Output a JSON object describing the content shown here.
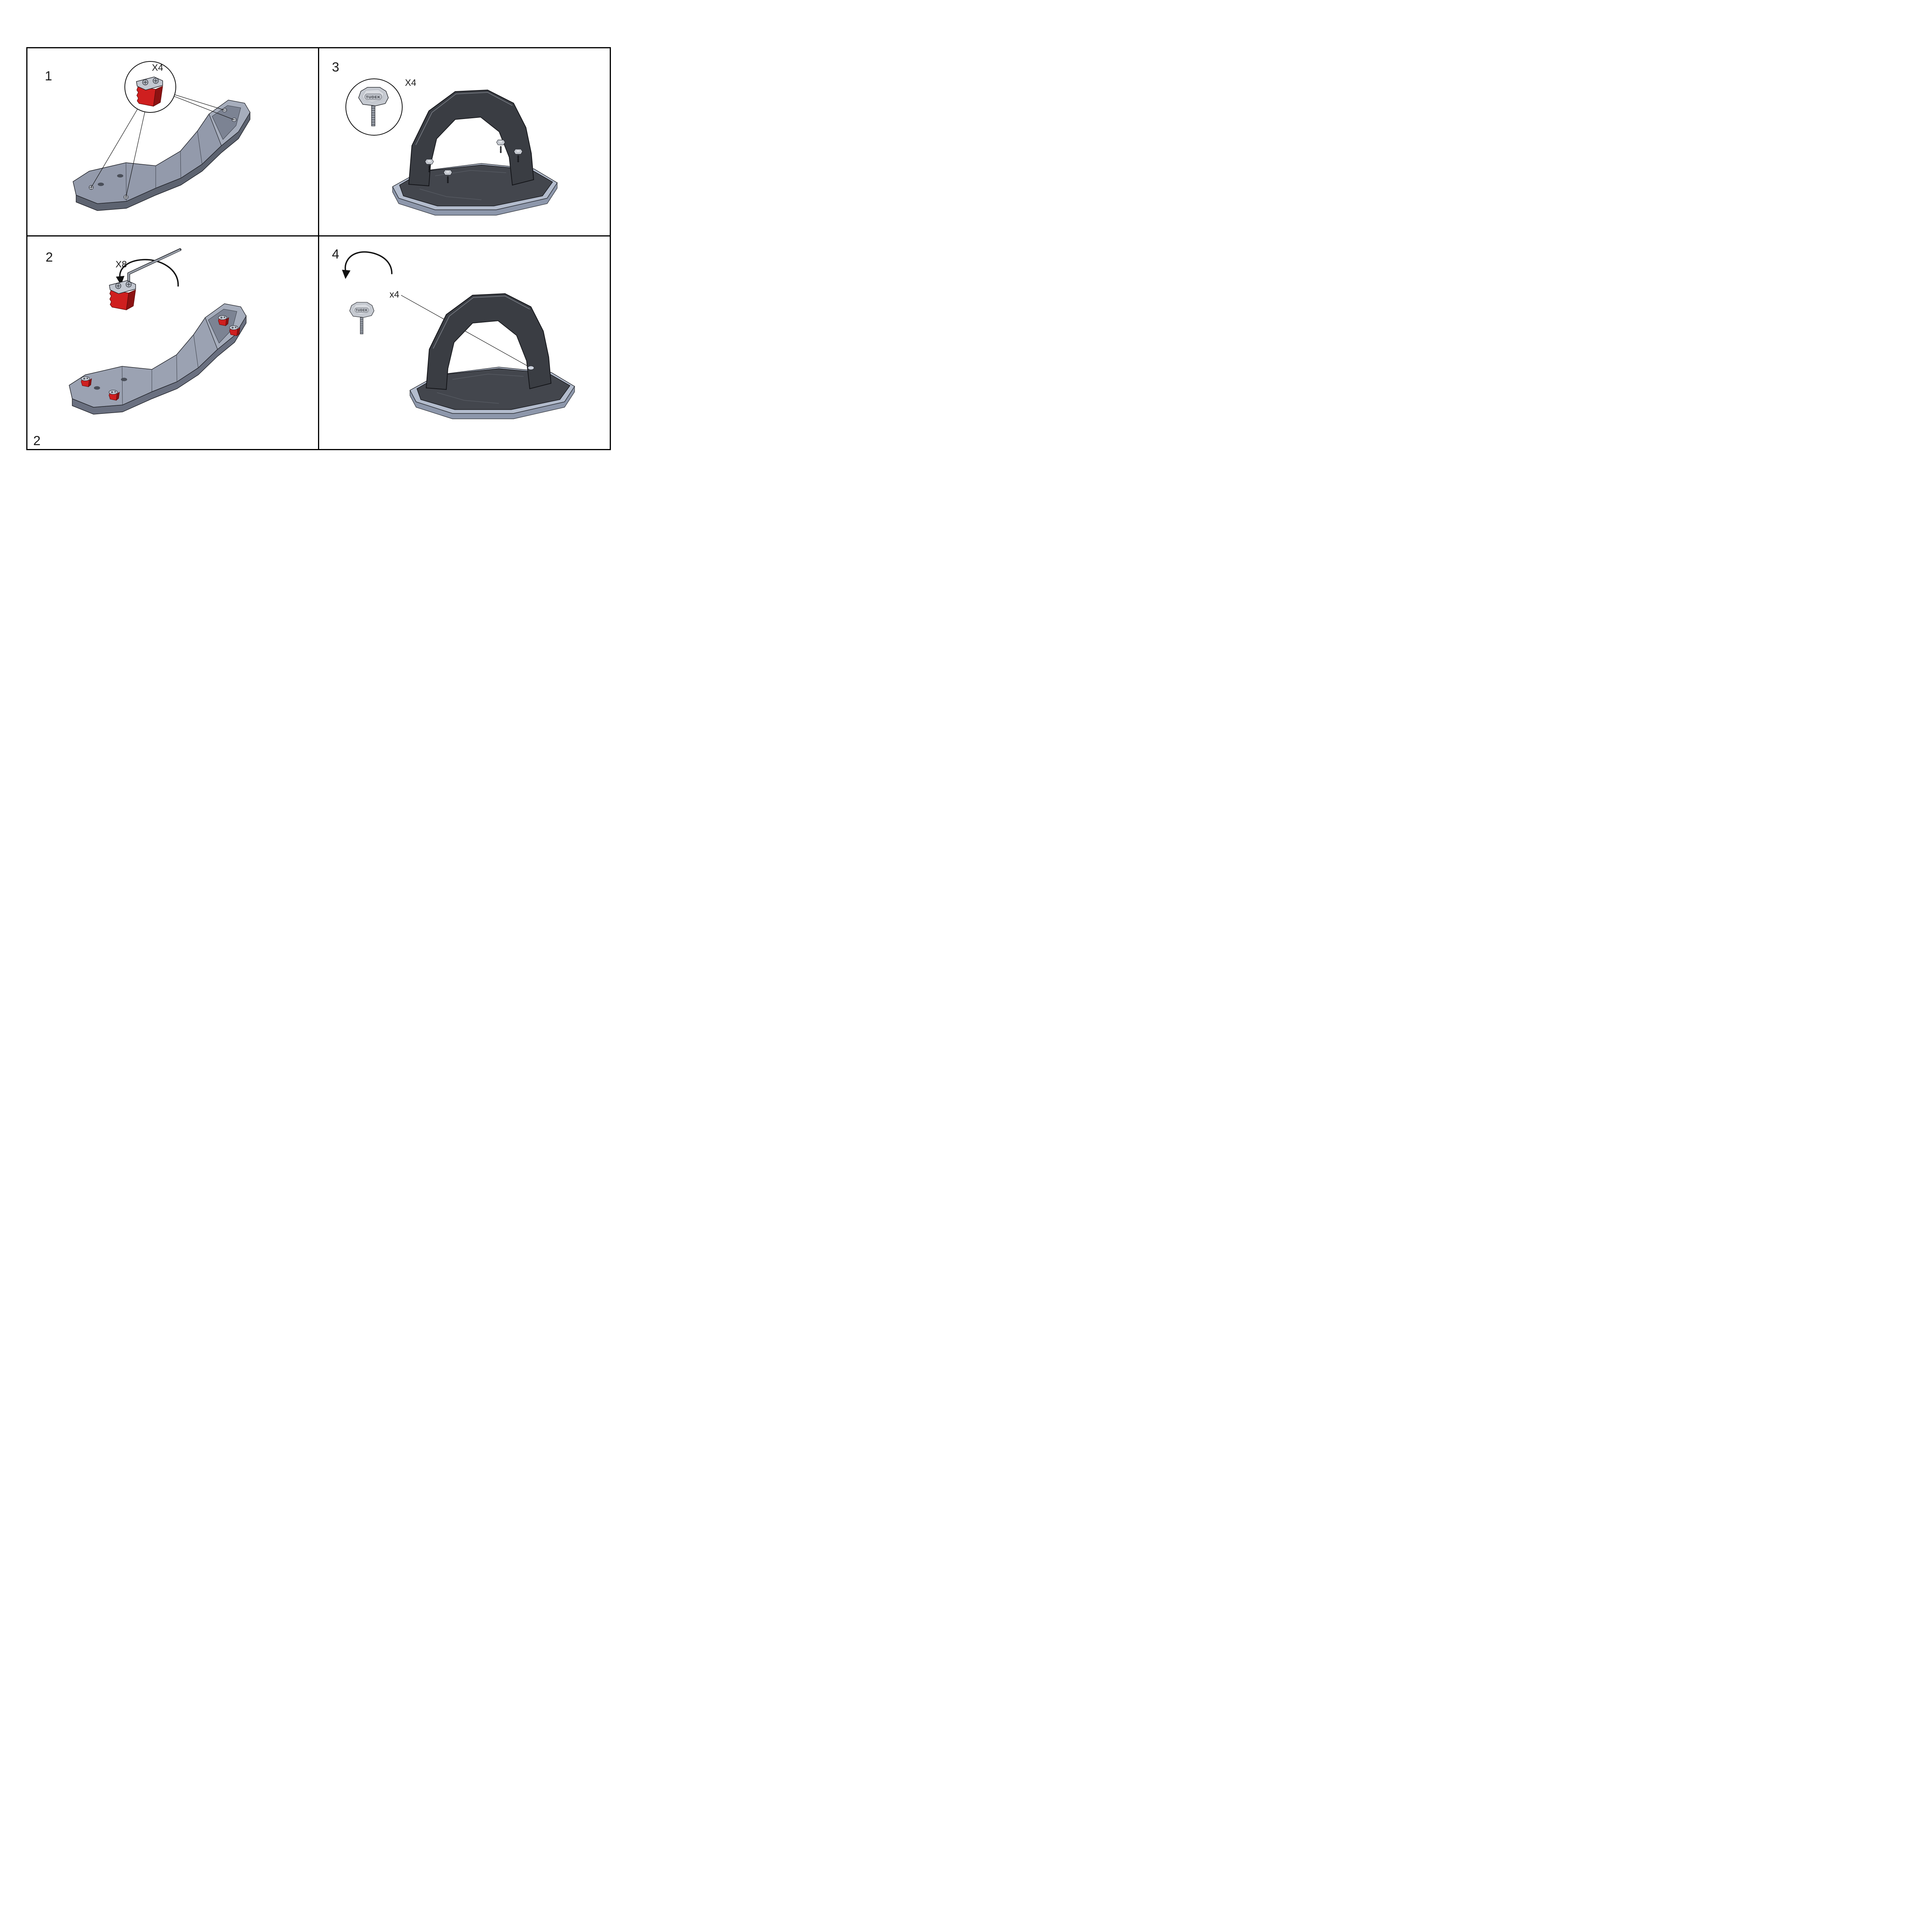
{
  "page_number": "2",
  "steps": {
    "step1": {
      "number": "1",
      "quantity_label": "X4"
    },
    "step2": {
      "number": "2",
      "quantity_label": "X8"
    },
    "step3": {
      "number": "3",
      "quantity_label": "X4",
      "knob_brand": "TUDEK"
    },
    "step4": {
      "number": "4",
      "quantity_label": "x4",
      "knob_brand": "TUDEK"
    }
  },
  "colors": {
    "accent_red": "#cf1f1f",
    "accent_red_dark": "#8c1212",
    "bracket_gray": "#939aab",
    "bracket_side": "#5d6370",
    "carrier_dark": "#3a3d43",
    "deck_dark": "#43464d",
    "base_light": "#b3bccd",
    "metal_light": "#c6cad1",
    "line": "#111111"
  }
}
